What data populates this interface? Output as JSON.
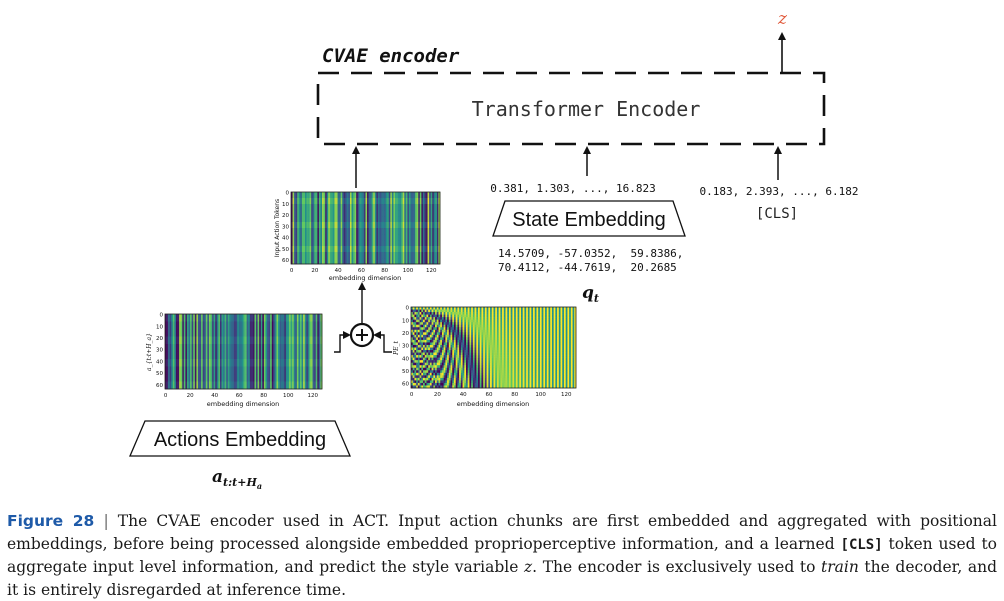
{
  "diagram": {
    "title": "CVAE encoder",
    "encoder_label": "Transformer Encoder",
    "output_var": "z",
    "state": {
      "values": "0.381, 1.303, ..., 16.823",
      "embedding_label": "State Embedding",
      "raw_line1": "14.5709, -57.0352,  59.8386,",
      "raw_line2": "70.4112, -44.7619,  20.2685",
      "var": "q",
      "var_sub": "t"
    },
    "cls": {
      "values": "0.183, 2.393, ..., 6.182",
      "token": "[CLS]"
    },
    "actions": {
      "embedding_label": "Actions Embedding",
      "var": "a",
      "var_sub": "t:t+H",
      "var_subsub": "a"
    },
    "heatmap_top": {
      "ylabel": "Input Action Tokens",
      "xlabel": "embedding dimension",
      "yticks": [
        "0",
        "10",
        "20",
        "30",
        "40",
        "50",
        "60"
      ],
      "xticks": [
        "0",
        "20",
        "40",
        "60",
        "80",
        "100",
        "120"
      ],
      "colormap": "viridis"
    },
    "heatmap_actions": {
      "ylabel": "a_{t:t+H_a}",
      "xlabel": "embedding dimension",
      "yticks": [
        "0",
        "10",
        "20",
        "30",
        "40",
        "50",
        "60"
      ],
      "xticks": [
        "0",
        "20",
        "40",
        "60",
        "80",
        "100",
        "120"
      ],
      "colormap": "viridis"
    },
    "heatmap_pe": {
      "ylabel": "PE_t",
      "xlabel": "embedding dimension",
      "yticks": [
        "0",
        "10",
        "20",
        "30",
        "40",
        "50",
        "60"
      ],
      "xticks": [
        "0",
        "20",
        "40",
        "60",
        "80",
        "100",
        "120"
      ],
      "colormap": "viridis"
    }
  },
  "caption": {
    "label": "Figure 28",
    "separator": "|",
    "part1": "The CVAE encoder used in ACT. Input action chunks are first embedded and aggregated with positional embeddings, before being processed alongside embedded proprioperceptive information, and a learned ",
    "code": "[CLS]",
    "part2": " token used to aggregate input level information, and predict the style variable ",
    "var": "z",
    "part3": ". The encoder is exclusively used to ",
    "emph": "train",
    "part4": " the decoder, and it is entirely disregarded at inference time."
  }
}
